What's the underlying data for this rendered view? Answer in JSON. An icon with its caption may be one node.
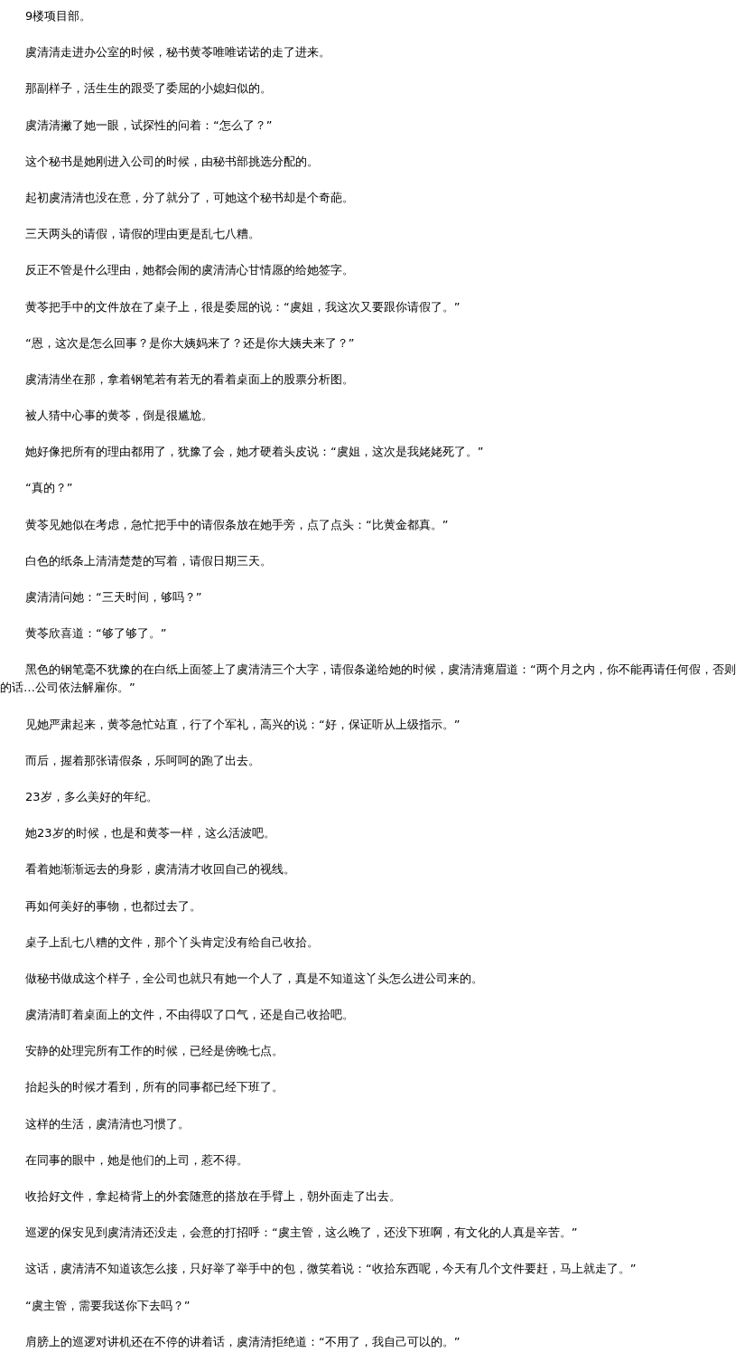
{
  "diagram": {
    "labels": [
      "9楼项目部。",
      "虞清清走进办公室的时候，秘书黄苓唯唯诺诺的走了进来。",
      "那副样子，活生生的跟受了委屈的小媳妇似的。",
      "虞清清撇了她一眼，试探性的问着：“怎么了？”",
      "这个秘书是她刚进入公司的时候，由秘书部挑选分配的。",
      "起初虞清清也没在意，分了就分了，可她这个秘书却是个奇葩。",
      "三天两头的请假，请假的理由更是乱七八糟。",
      "反正不管是什么理由，她都会闹的虞清清心甘情愿的给她签字。",
      "黄苓把手中的文件放在了桌子上，很是委屈的说：“虞姐，我这次又要跟你请假了。”",
      "“恩，这次是怎么回事？是你大姨妈来了？还是你大姨夫来了？”",
      "虞清清坐在那，拿着钢笔若有若无的看着桌面上的股票分析图。",
      "被人猜中心事的黄苓，倒是很尴尬。",
      "她好像把所有的理由都用了，犹豫了会，她才硬着头皮说：“虞姐，这次是我姥姥死了。”",
      "“真的？”",
      "黄苓见她似在考虑，急忙把手中的请假条放在她手旁，点了点头：“比黄金都真。”",
      "白色的纸条上清清楚楚的写着，请假日期三天。",
      "虞清清问她：“三天时间，够吗？”",
      "黄苓欣喜道：“够了够了。”",
      "黑色的钢笔毫不犹豫的在白纸上面签上了虞清清三个大字，请假条递给她的时候，虞清清瘪眉道：“两个月之内，你不能再请任何假，否则的话…公司依法解雇你。”",
      "见她严肃起来，黄苓急忙站直，行了个军礼，高兴的说：“好，保证听从上级指示。”",
      "而后，握着那张请假条，乐呵呵的跑了出去。",
      "23岁，多么美好的年纪。",
      "她23岁的时候，也是和黄苓一样，这么活波吧。",
      "看着她渐渐远去的身影，虞清清才收回自己的视线。",
      "再如何美好的事物，也都过去了。",
      "桌子上乱七八糟的文件，那个丫头肯定没有给自己收拾。",
      "做秘书做成这个样子，全公司也就只有她一个人了，真是不知道这丫头怎么进公司来的。",
      "虞清清盯着桌面上的文件，不由得叹了口气，还是自己收拾吧。",
      "安静的处理完所有工作的时候，已经是傍晚七点。",
      "抬起头的时候才看到，所有的同事都已经下班了。",
      "这样的生活，虞清清也习惯了。",
      "在同事的眼中，她是他们的上司，惹不得。",
      "收拾好文件，拿起椅背上的外套随意的搭放在手臂上，朝外面走了出去。",
      "巡逻的保安见到虞清清还没走，会意的打招呼：“虞主管，这么晚了，还没下班啊，有文化的人真是辛苦。”",
      "这话，虞清清不知道该怎么接，只好举了举手中的包，微笑着说：“收拾东西呢，今天有几个文件要赶，马上就走了。”",
      "“虞主管，需要我送你下去吗？”",
      "肩膀上的巡逻对讲机还在不停的讲着话，虞清清拒绝道：“不用了，我自己可以的。”"
    ]
  }
}
